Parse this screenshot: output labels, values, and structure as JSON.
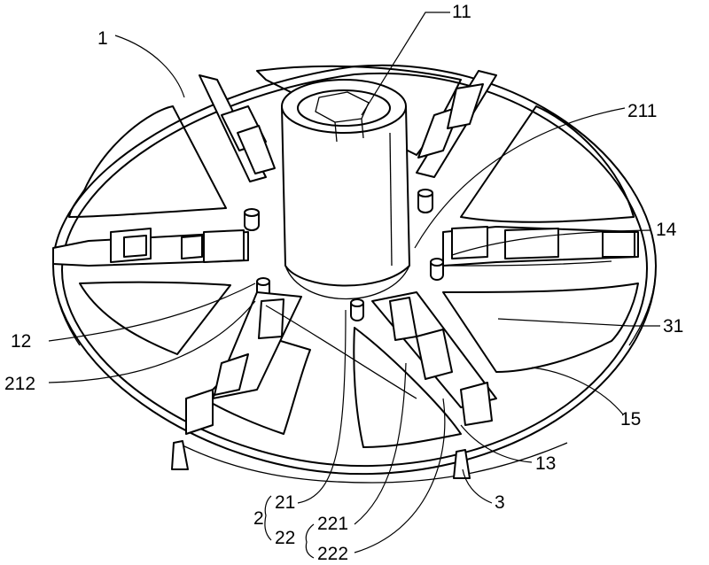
{
  "labels": {
    "l1": "1",
    "l11": "11",
    "l211": "211",
    "l14": "14",
    "l12": "12",
    "l31": "31",
    "l212": "212",
    "l15": "15",
    "l13": "13",
    "l3": "3",
    "l2": "2",
    "l21": "21",
    "l22": "22",
    "l221": "221",
    "l222": "222"
  }
}
